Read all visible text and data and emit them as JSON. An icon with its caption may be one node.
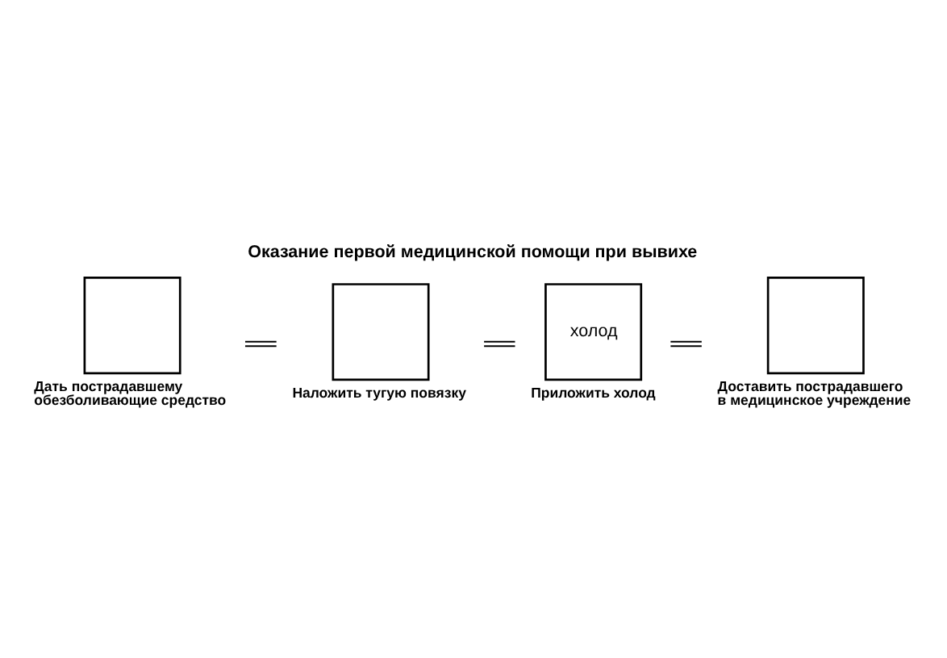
{
  "diagram": {
    "title": "Оказание первой медицинской помощи при вывихе",
    "nodes": [
      {
        "text": [
          "Дать пострадавшему обезболивающие средство"
        ]
      },
      {
        "text": [
          "Наложить тугую повязку"
        ]
      },
      {
        "text": [
          "холод",
          "Приложить холод"
        ]
      },
      {
        "text": [
          "Доставить пострадавшего в медицинское учреждение"
        ]
      }
    ],
    "edges": [
      {
        "from": 0,
        "to": 1,
        "arrow": "none"
      },
      {
        "from": 1,
        "to": 2,
        "arrow": "none"
      },
      {
        "from": 2,
        "to": 3,
        "arrow": "none"
      }
    ]
  }
}
